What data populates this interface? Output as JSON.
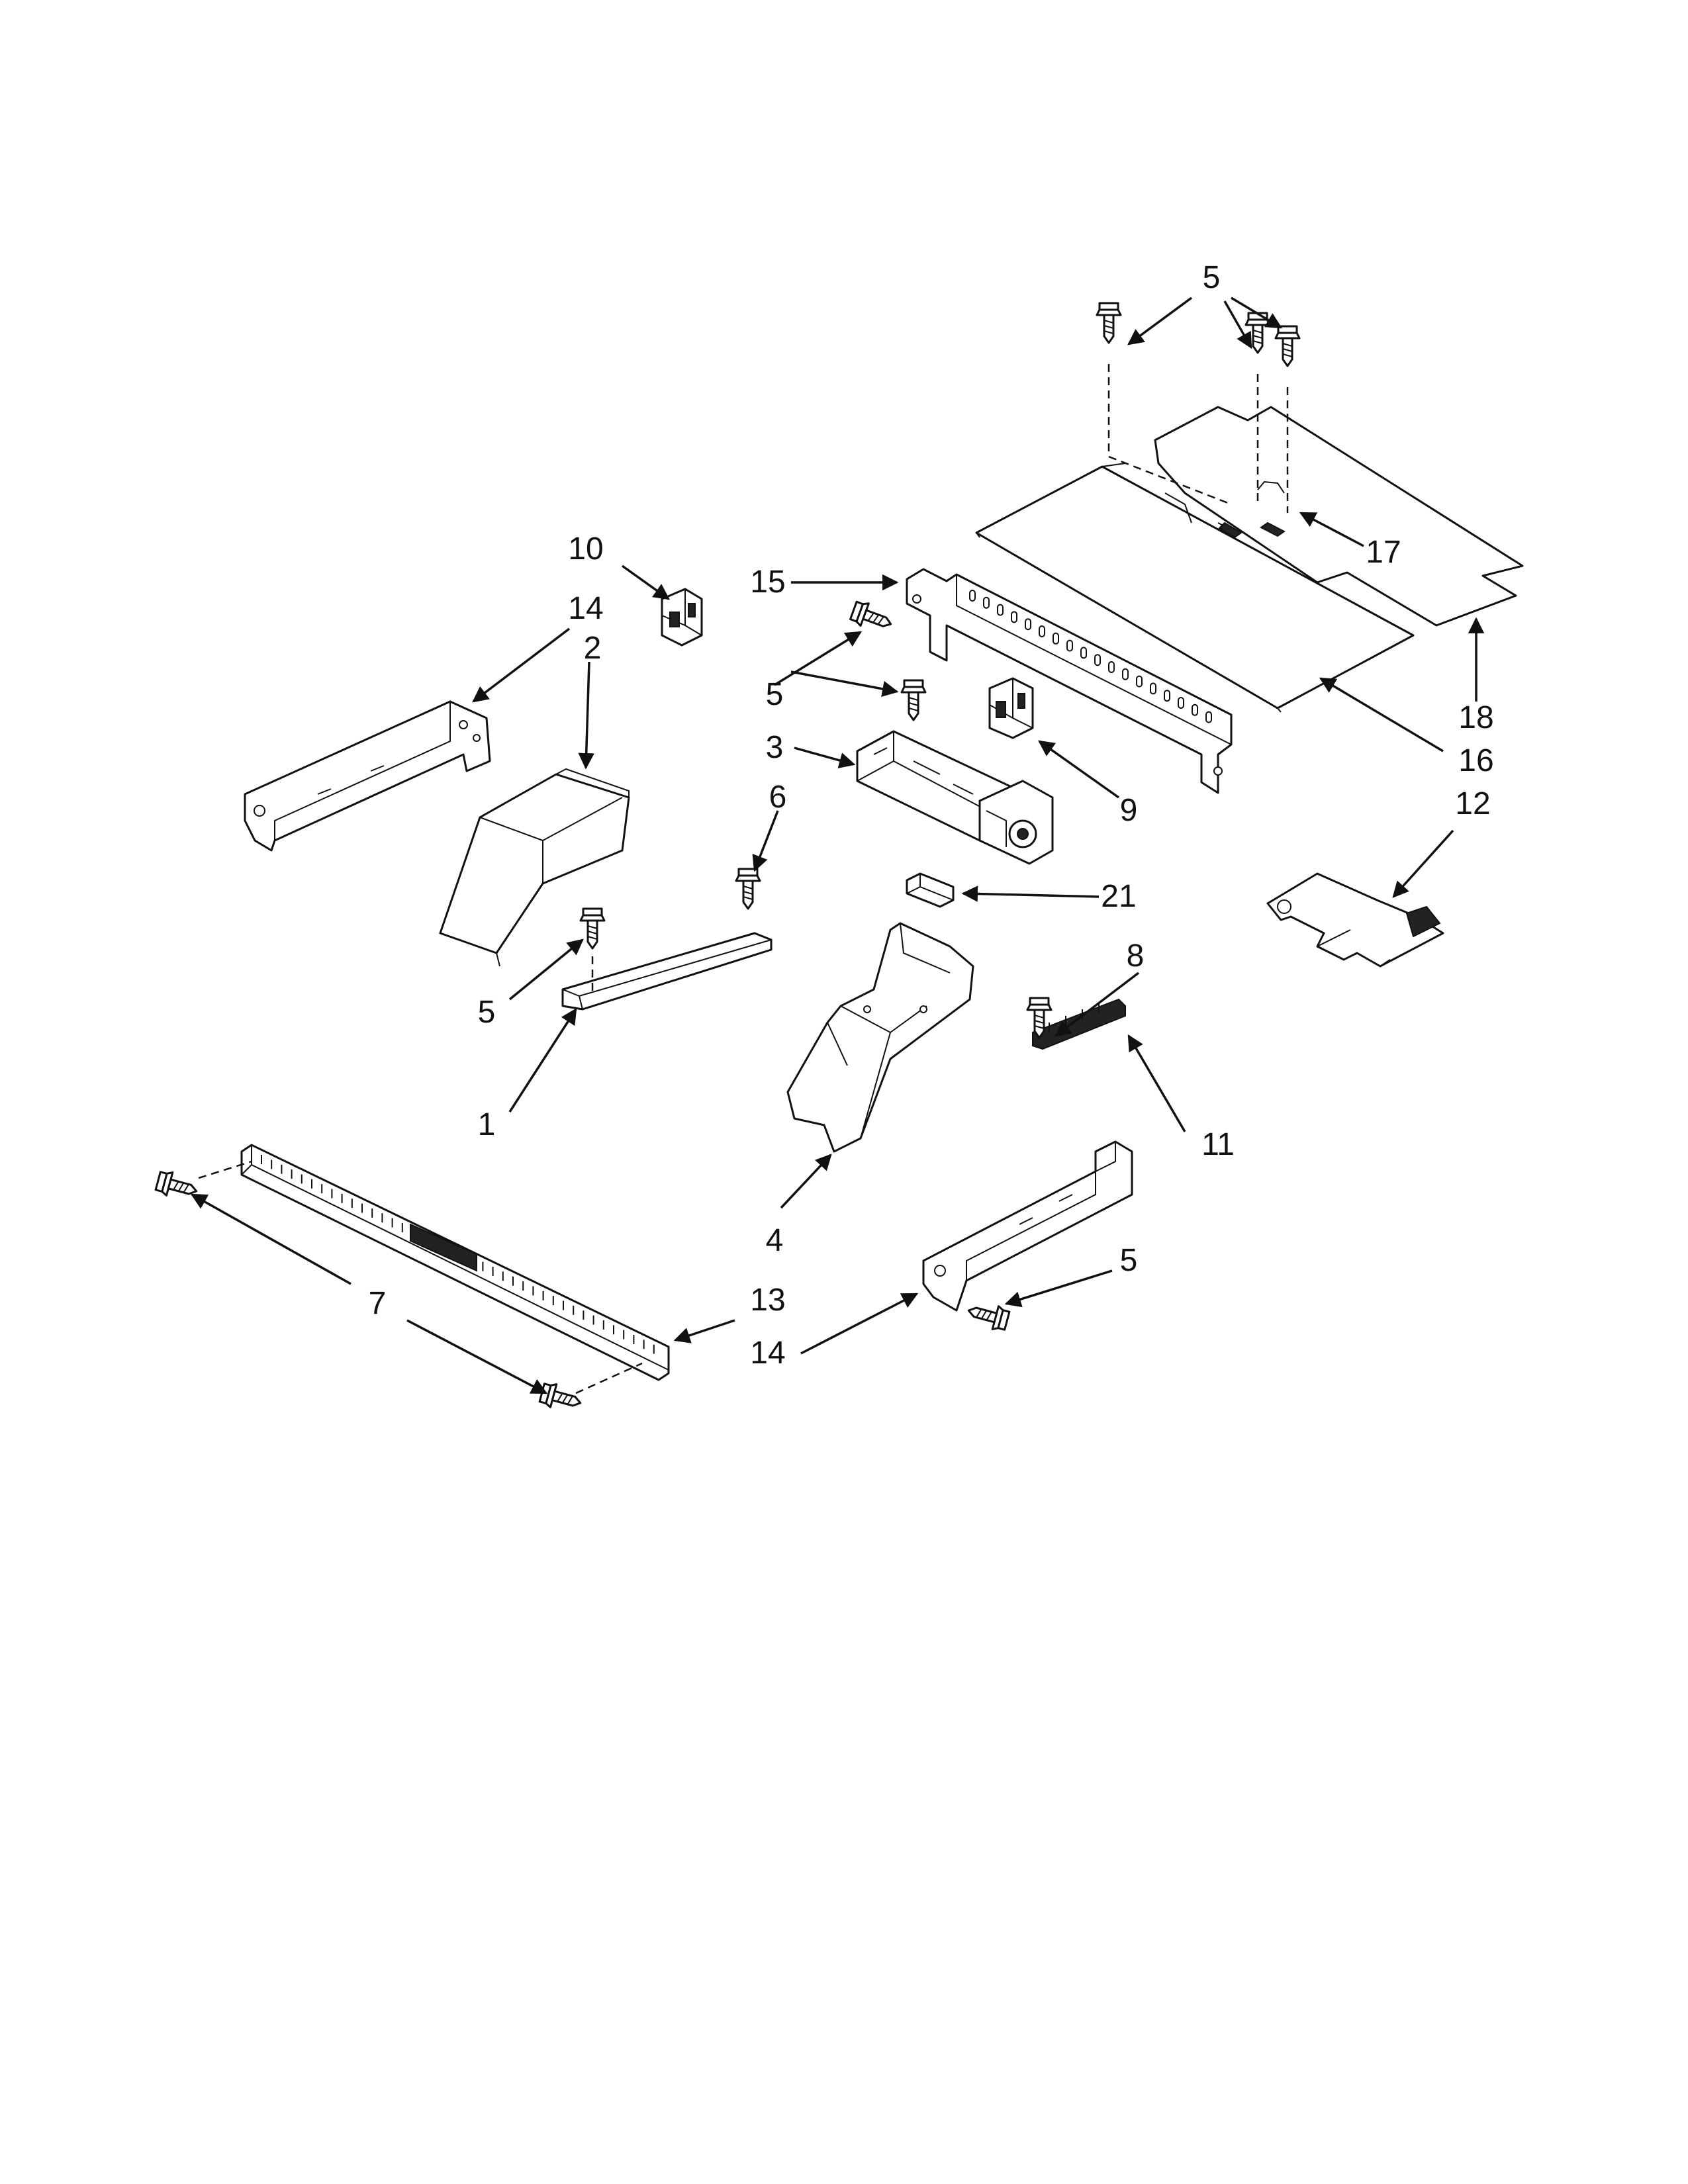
{
  "colors": {
    "line": "#111111",
    "background": "#ffffff"
  },
  "callouts": {
    "c1": "1",
    "c2": "2",
    "c3": "3",
    "c4": "4",
    "c5a": "5",
    "c5b": "5",
    "c5c": "5",
    "c5d": "5",
    "c6": "6",
    "c7": "7",
    "c8": "8",
    "c9": "9",
    "c10": "10",
    "c11": "11",
    "c12": "12",
    "c13": "13",
    "c14a": "14",
    "c14b": "14",
    "c15": "15",
    "c16": "16",
    "c17": "17",
    "c18": "18",
    "c21": "21"
  }
}
